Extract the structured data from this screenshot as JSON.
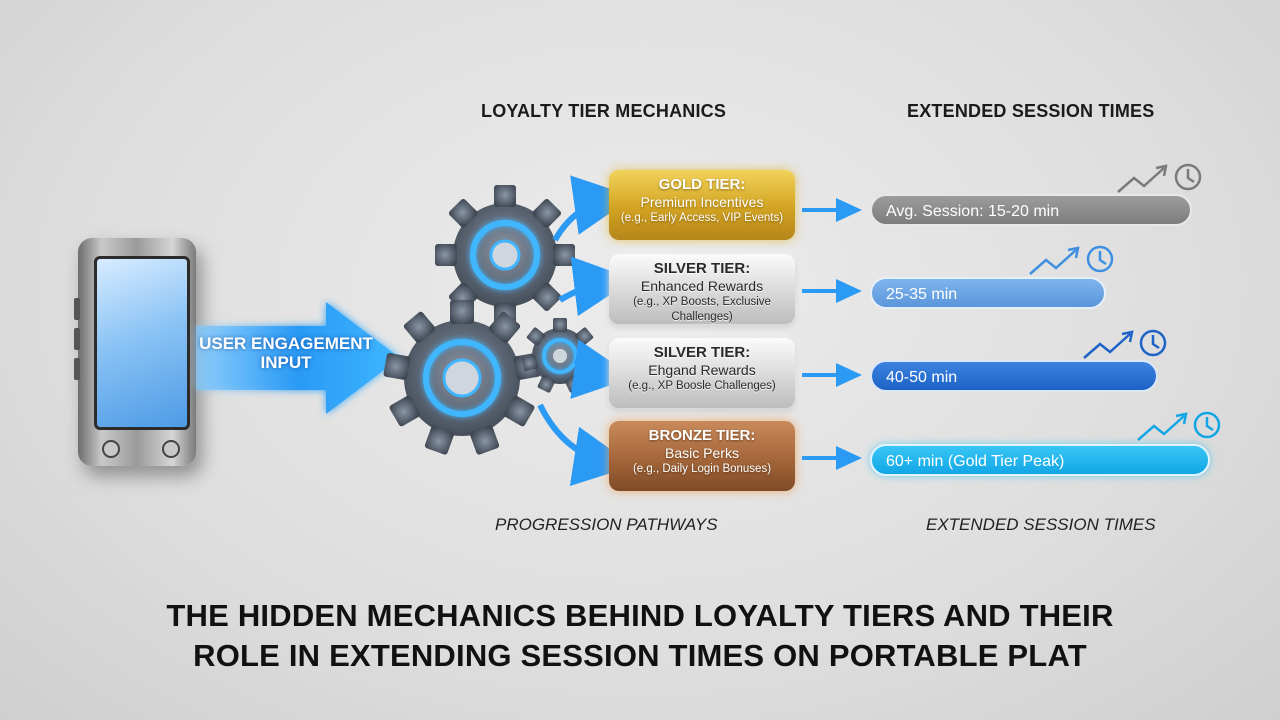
{
  "columns": {
    "tiers_title": "LOYALTY TIER MECHANICS",
    "sessions_title": "EXTENDED SESSION TIMES",
    "tiers_footer": "PROGRESSION PATHWAYS",
    "sessions_footer": "EXTENDED SESSION TIMES"
  },
  "input": {
    "line1": "USER ENGAGEMENT",
    "line2": "INPUT"
  },
  "tiers": [
    {
      "name": "GOLD TIER:",
      "benefit": "Premium Incentives",
      "example": "(e.g., Early Access, VIP Events)"
    },
    {
      "name": "SILVER TIER:",
      "benefit": "Enhanced Rewards",
      "example": "(e.g., XP Boosts, Exclusive Challenges)"
    },
    {
      "name": "SILVER TIER:",
      "benefit": "Ehgand Rewards",
      "example": "(e.g., XP Boosle Challenges)"
    },
    {
      "name": "BRONZE TIER:",
      "benefit": "Basic Perks",
      "example": "(e.g., Daily Login Bonuses)"
    }
  ],
  "sessions": [
    "Avg. Session: 15-20 min",
    "25-35 min",
    "40-50 min",
    "60+ min (Gold Tier Peak)"
  ],
  "icons": [
    "trend-up-icon",
    "clock-icon",
    "gear-icon",
    "smartphone-icon",
    "arrow-right-icon"
  ],
  "colors": {
    "gold": "#d2a322",
    "silver": "#d9d9d9",
    "bronze": "#a4663a",
    "accent_blue": "#1e88f0",
    "glow_blue": "#4fc3ff"
  },
  "title": {
    "line1": "THE HIDDEN MECHANICS BEHIND LOYALTY TIERS AND THEIR",
    "line2": "ROLE IN EXTENDING SESSION TIMES ON PORTABLE PLAT"
  }
}
